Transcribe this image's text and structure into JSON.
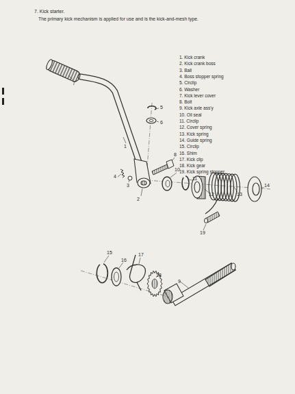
{
  "diagram": {
    "title": "7. Kick starter.",
    "labels": [
      "The primary kick mechanism is applied for use and is the kick-and-mesh type.",
      "1. Kick crank",
      "2. Kick crank boss",
      "3. Ball",
      "4. Boss stopper spring",
      "5. Circlip",
      "6. Washer",
      "7. Kick lever cover",
      "8. Bolt",
      "9. Kick axle ass'y",
      "10. Oil seal",
      "11. Circlip",
      "12. Cover spring",
      "13. Kick spring",
      "14. Guide spring",
      "15. Circlip",
      "16. Shim",
      "17. Kick clip",
      "18. Kick gear",
      "19. Kick spring stopper",
      "7",
      "5",
      "6",
      "1",
      "8",
      "4",
      "3",
      "2",
      "10",
      "11",
      "12",
      "13",
      "14",
      "19",
      "15",
      "16",
      "17",
      "18",
      "9"
    ]
  }
}
